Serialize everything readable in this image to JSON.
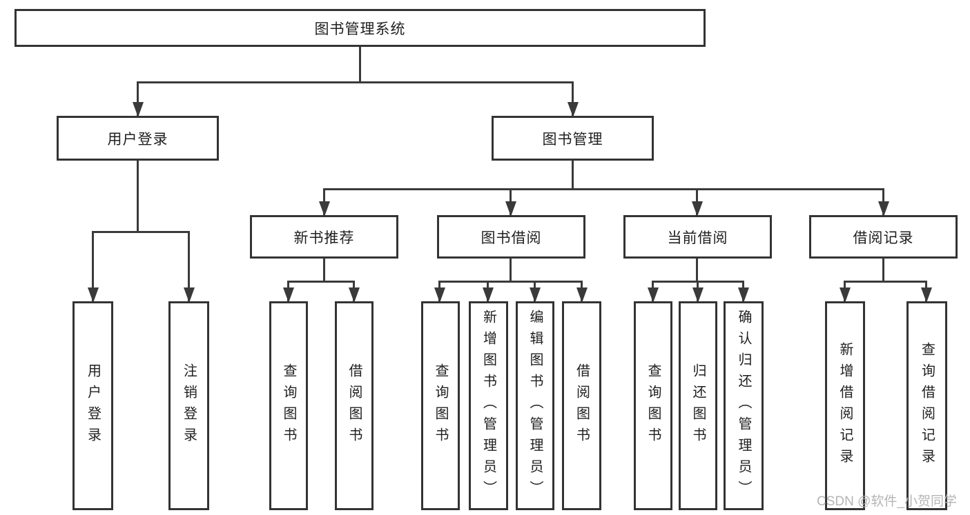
{
  "nodes": {
    "root": "图书管理系统",
    "user_login": "用户登录",
    "book_management": "图书管理",
    "new_book_recommend": "新书推荐",
    "book_borrowing": "图书借阅",
    "current_borrowing": "当前借阅",
    "borrowing_records": "借阅记录",
    "leaf_user_login": "用户登录",
    "leaf_logout": "注销登录",
    "leaf_nb_query_books": "查询图书",
    "leaf_nb_borrow_books": "借阅图书",
    "leaf_bb_query_books": "查询图书",
    "leaf_bb_add_books": "新增图书（管理员）",
    "leaf_bb_edit_books": "编辑图书（管理员）",
    "leaf_bb_borrow_books": "借阅图书",
    "leaf_cb_query_books": "查询图书",
    "leaf_cb_return_books": "归还图书",
    "leaf_cb_confirm_return": "确认归还（管理员）",
    "leaf_br_add_record": "新增借阅记录",
    "leaf_br_query_record": "查询借阅记录"
  },
  "watermark": "CSDN @软件_小贺同学",
  "colors": {
    "line": "#3a3a3a",
    "border": "#333333",
    "text": "#1f1f1f",
    "watermark": "#b5b5b5",
    "background": "#ffffff"
  }
}
